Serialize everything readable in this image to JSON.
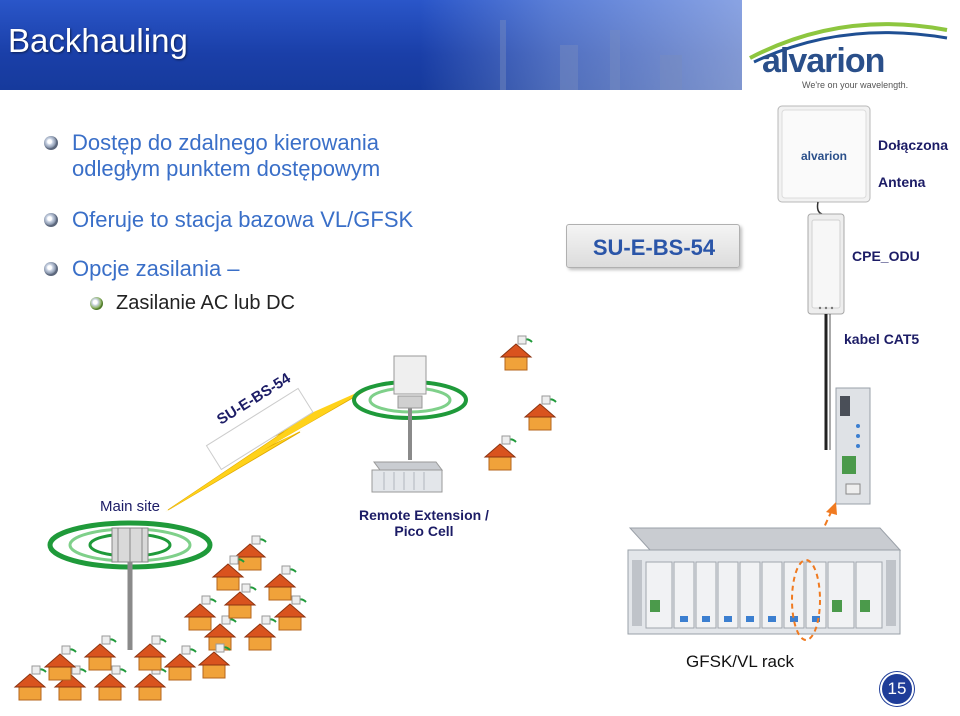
{
  "slide": {
    "title": "Backhauling",
    "page_number": "15"
  },
  "logo": {
    "name": "alvarion",
    "tagline": "We're on your wavelength."
  },
  "bullets": [
    {
      "text_line1": "Dostęp do zdalnego kierowania",
      "text_line2": "odległym punktem dostępowym"
    },
    {
      "text_line1": "Oferuje to stacja bazowa VL/GFSK"
    },
    {
      "text_line1": "Opcje zasilania –"
    }
  ],
  "sub_bullets": [
    {
      "text": "Zasilanie AC lub DC"
    }
  ],
  "device_panel": {
    "model_label": "SU-E-BS-54",
    "antenna_logo": "alvarion",
    "callouts": {
      "attached": "Dołączona",
      "antenna": "Antena",
      "cpe": "CPE_ODU",
      "cable": "kabel CAT5"
    }
  },
  "diagram": {
    "link_label": "SU-E-BS-54",
    "main_site": "Main site",
    "remote_line1": "Remote Extension /",
    "remote_line2": "Pico Cell",
    "rack_label": "GFSK/VL rack"
  },
  "colors": {
    "header_blue": "#1a3fa8",
    "bullet_text": "#3a6fc8",
    "lightning": "#f2c200",
    "house_roof": "#d9531e",
    "dashed_arrow": "#f07a20"
  }
}
